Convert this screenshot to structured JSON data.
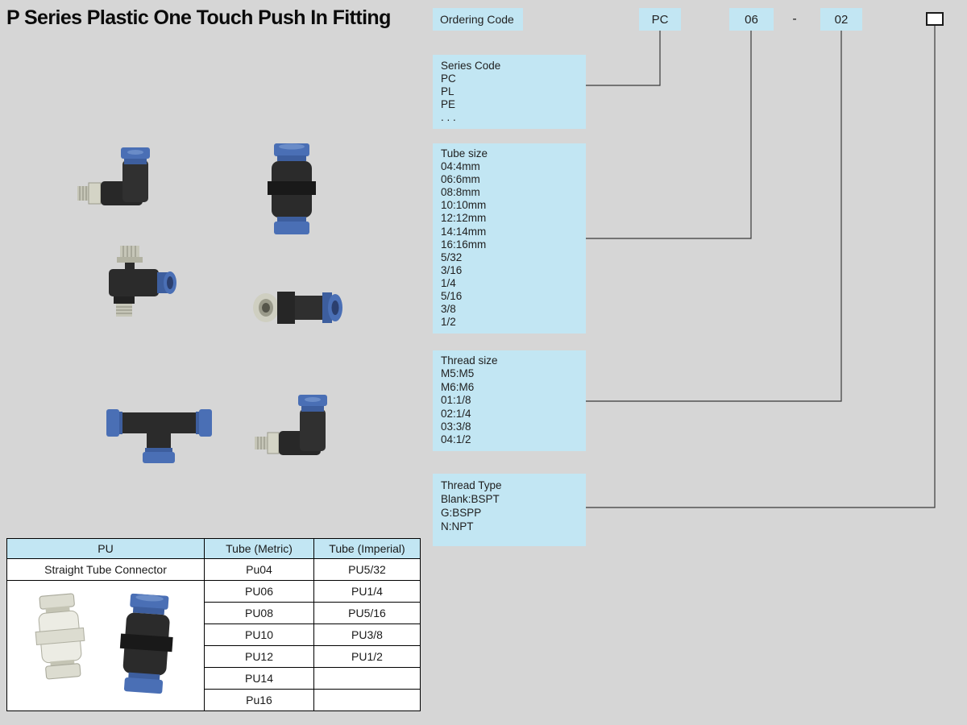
{
  "page": {
    "title": "P Series Plastic One Touch Push In Fitting"
  },
  "ordering": {
    "label": "Ordering Code",
    "code_series": "PC",
    "code_tube": "06",
    "separator": "-",
    "code_thread": "02",
    "series_box": {
      "title": "Series Code",
      "lines": [
        "PC",
        "PL",
        "PE",
        ". . ."
      ]
    },
    "tube_box": {
      "title": "Tube size",
      "lines": [
        "04:4mm",
        "06:6mm",
        "08:8mm",
        "10:10mm",
        "12:12mm",
        "14:14mm",
        "16:16mm",
        "5/32",
        "3/16",
        "1/4",
        "5/16",
        "3/8",
        "1/2"
      ]
    },
    "thread_box": {
      "title": "Thread size",
      "lines": [
        "M5:M5",
        "M6:M6",
        "01:1/8",
        "02:1/4",
        "03:3/8",
        "04:1/2"
      ]
    },
    "thread_type_box": {
      "title": "Thread Type",
      "lines": [
        "Blank:BSPT",
        "G:BSPP",
        "N:NPT"
      ]
    }
  },
  "table": {
    "headers": [
      "PU",
      "Tube (Metric)",
      "Tube (Imperial)"
    ],
    "product_name": "Straight Tube Connector",
    "rows": [
      {
        "metric": "Pu04",
        "imperial": "PU5/32"
      },
      {
        "metric": "PU06",
        "imperial": "PU1/4"
      },
      {
        "metric": "PU08",
        "imperial": "PU5/16"
      },
      {
        "metric": "PU10",
        "imperial": "PU3/8"
      },
      {
        "metric": "PU12",
        "imperial": "PU1/2"
      },
      {
        "metric": "PU14",
        "imperial": ""
      },
      {
        "metric": "Pu16",
        "imperial": ""
      }
    ]
  },
  "photos": [
    {
      "name": "elbow-push-in-fitting"
    },
    {
      "name": "straight-union-fitting"
    },
    {
      "name": "speed-controller-fitting"
    },
    {
      "name": "male-straight-fitting"
    },
    {
      "name": "tee-union-fitting"
    },
    {
      "name": "male-elbow-fitting"
    },
    {
      "name": "straight-connector-white"
    },
    {
      "name": "straight-connector-black"
    }
  ],
  "colors": {
    "page_bg": "#d6d6d6",
    "box_bg": "#c2e6f3",
    "table_header_bg": "#c2e6f3",
    "connector_line": "#3a3a3a",
    "blue_ring": "#4a6fb5",
    "body_black": "#2b2b2b",
    "metal": "#c6c6b8"
  }
}
